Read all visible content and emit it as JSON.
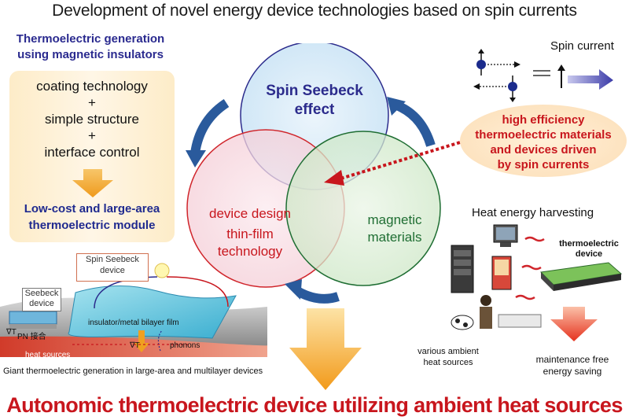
{
  "title": "Development of novel energy device technologies based on spin currents",
  "left": {
    "heading_line1": "Thermoelectric generation",
    "heading_line2": "using magnetic insulators",
    "items": [
      "coating technology",
      "+",
      "simple structure",
      "+",
      "interface control"
    ],
    "result_line1": "Low-cost and large-area",
    "result_line2": "thermoelectric module"
  },
  "venn": {
    "top_line1": "Spin Seebeck",
    "top_line2": "effect",
    "left_line1": "device design",
    "left_line2": "thin-film",
    "left_line3": "technology",
    "right_line1": "magnetic",
    "right_line2": "materials",
    "colors": {
      "top": "#2b2b8c",
      "left": "#d0252b",
      "right": "#1f6e33"
    }
  },
  "spin_current": {
    "label": "Spin current"
  },
  "bubble": {
    "line1": "high efficiency",
    "line2": "thermoelectric materials",
    "line3": "and devices driven",
    "line4": "by spin currents"
  },
  "harvest": {
    "title": "Heat energy harvesting",
    "device_label_line1": "thermoelectric",
    "device_label_line2": "device",
    "ambient_line1": "various ambient",
    "ambient_line2": "heat sources",
    "maint_line1": "maintenance free",
    "maint_line2": "energy saving"
  },
  "illustration": {
    "spin_seebeck_device_line1": "Spin Seebeck",
    "spin_seebeck_device_line2": "device",
    "seebeck_device_line1": "Seebeck",
    "seebeck_device_line2": "device",
    "film_label": "insulator/metal bilayer film",
    "pn_label": "PN 接合",
    "heat_sources": "heat sources",
    "phonons": "phonons",
    "gradient_symbol": "∇T",
    "caption": "Giant thermoelectric generation in large-area and multilayer devices"
  },
  "conclusion": "Autonomic thermoelectric device utilizing ambient heat sources",
  "accent_red": "#c8161d",
  "accent_navy": "#1f2a8f"
}
